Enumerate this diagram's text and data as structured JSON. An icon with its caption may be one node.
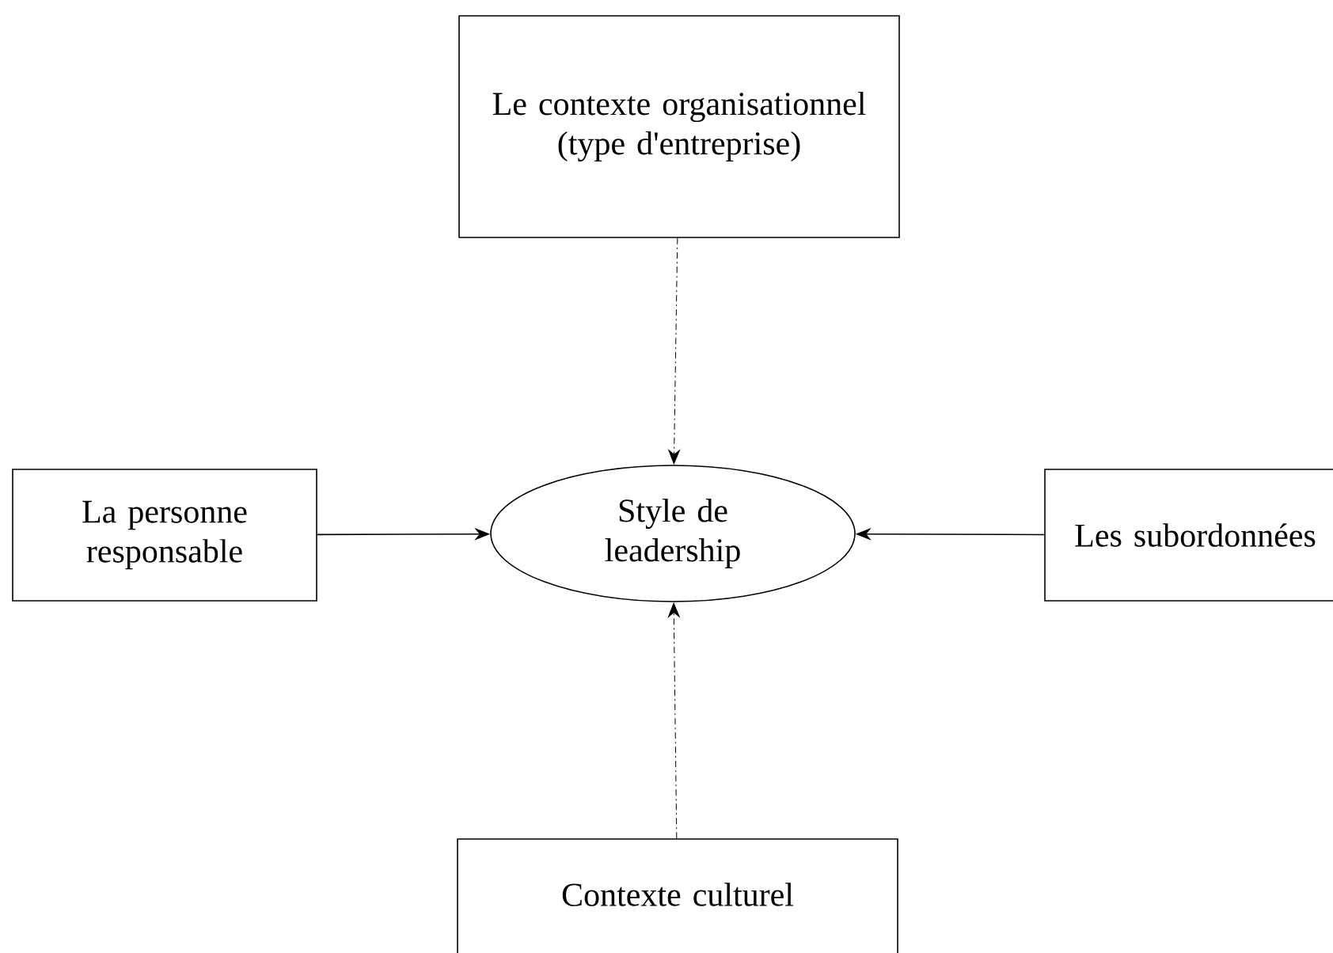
{
  "diagram": {
    "nodes": [
      {
        "text": [
          "Le contexte organisationnel (type d'entreprise)"
        ]
      },
      {
        "text": [
          "La personne responsable"
        ]
      },
      {
        "text": [
          "Style de leadership"
        ]
      },
      {
        "text": [
          "Les subordonnées"
        ]
      },
      {
        "text": [
          "Contexte culturel"
        ]
      }
    ],
    "edges": [
      {
        "from": 0,
        "to": 2,
        "arrow": "to",
        "style": "dashed"
      },
      {
        "from": 1,
        "to": 2,
        "arrow": "to"
      },
      {
        "from": 3,
        "to": 2,
        "arrow": "to"
      },
      {
        "from": 4,
        "to": 2,
        "arrow": "to",
        "style": "dashed"
      }
    ]
  }
}
